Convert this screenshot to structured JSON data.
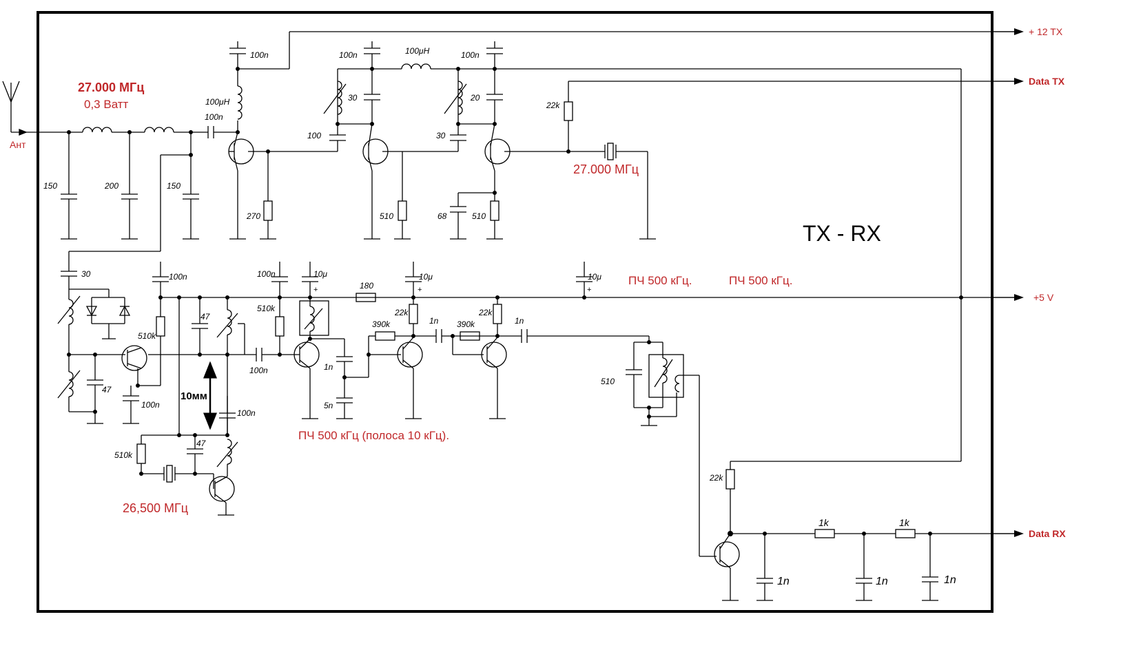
{
  "title": "TX - RX",
  "ports": {
    "tx12": "+ 12 TX",
    "data_tx": "Data TX",
    "v5": "+5 V",
    "data_rx": "Data RX",
    "antenna": "Ант"
  },
  "annotations": {
    "tx_freq": "27.000 МГц",
    "tx_power": "0,3 Ватт",
    "crystal_tx_freq": "27.000 МГц",
    "if_label_1": "ПЧ 500 кГц.",
    "if_label_2": "ПЧ 500 кГц.",
    "if_band": "ПЧ 500 кГц (полоса 10 кГц).",
    "lo_freq": "26,500 МГц",
    "spacing": "10мм"
  },
  "components": {
    "c_ant1": "150",
    "c_ant2": "200",
    "c_ant3": "150",
    "c_coupling": "100n",
    "c_top1": "100n",
    "l_top1": "100μH",
    "r_pa": "270",
    "c_top2": "100n",
    "l_mid": "100μH",
    "c_top3": "100n",
    "c_tank1": "30",
    "c_tank2": "20",
    "c_couple2": "100",
    "c_couple3": "30",
    "r_drv": "510",
    "r_osc": "510",
    "c_osc": "68",
    "r_bias_tx": "22k",
    "c_rx_in": "30",
    "c_rx_dec": "100n",
    "r_rx_bias": "510k",
    "c_rx_tank": "47",
    "c_mix_tank": "47",
    "c_mix_byp": "100n",
    "c_mix_out": "100n",
    "r_if_bias": "510k",
    "c_if_dec": "100n",
    "c_10u_a": "10μ",
    "r_180": "180",
    "c_10u_b": "10μ",
    "c_10u_c": "10μ",
    "c_1n_a": "1n",
    "c_5n": "5n",
    "r_22k_a": "22k",
    "r_22k_b": "22k",
    "r_390k_a": "390k",
    "r_390k_b": "390k",
    "c_1n_b": "1n",
    "c_1n_c": "1n",
    "c_510": "510",
    "c_lo_dec": "100n",
    "r_lo_bias": "510k",
    "c_lo_tank": "47",
    "r_det": "22k",
    "r_1k_a": "1k",
    "r_1k_b": "1k",
    "c_det_1": "1n",
    "c_det_2": "1n",
    "c_det_3": "1n"
  }
}
